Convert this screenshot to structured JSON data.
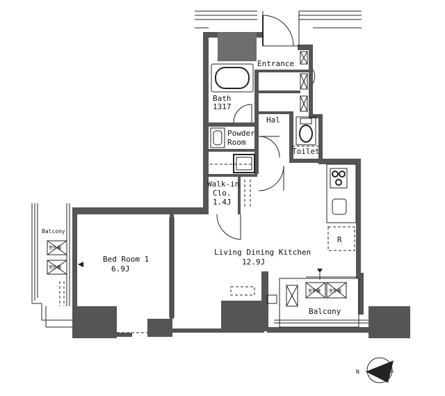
{
  "rooms": {
    "entrance": "Entrance",
    "bath_name": "Bath",
    "bath_size": "1317",
    "hall": "Hal",
    "powder_line1": "Powder",
    "powder_line2": "Room",
    "toilet": "Toilet",
    "walkin_line1": "Walk-in",
    "walkin_line2": "Clo.",
    "walkin_size": "1.4J",
    "ldk_name": "Living Dining Kitchen",
    "ldk_size": "12.9J",
    "bedroom_name": "Bed Room 1",
    "bedroom_size": "6.9J",
    "balcony_main": "Balcony",
    "balcony_side": "Balcony"
  },
  "fixtures": {
    "refrigerator_mark": "R",
    "ac_unit_label": "室外機"
  },
  "compass": {
    "north": "N"
  },
  "colors": {
    "wall": "#555555",
    "line": "#222222",
    "background": "#ffffff"
  }
}
